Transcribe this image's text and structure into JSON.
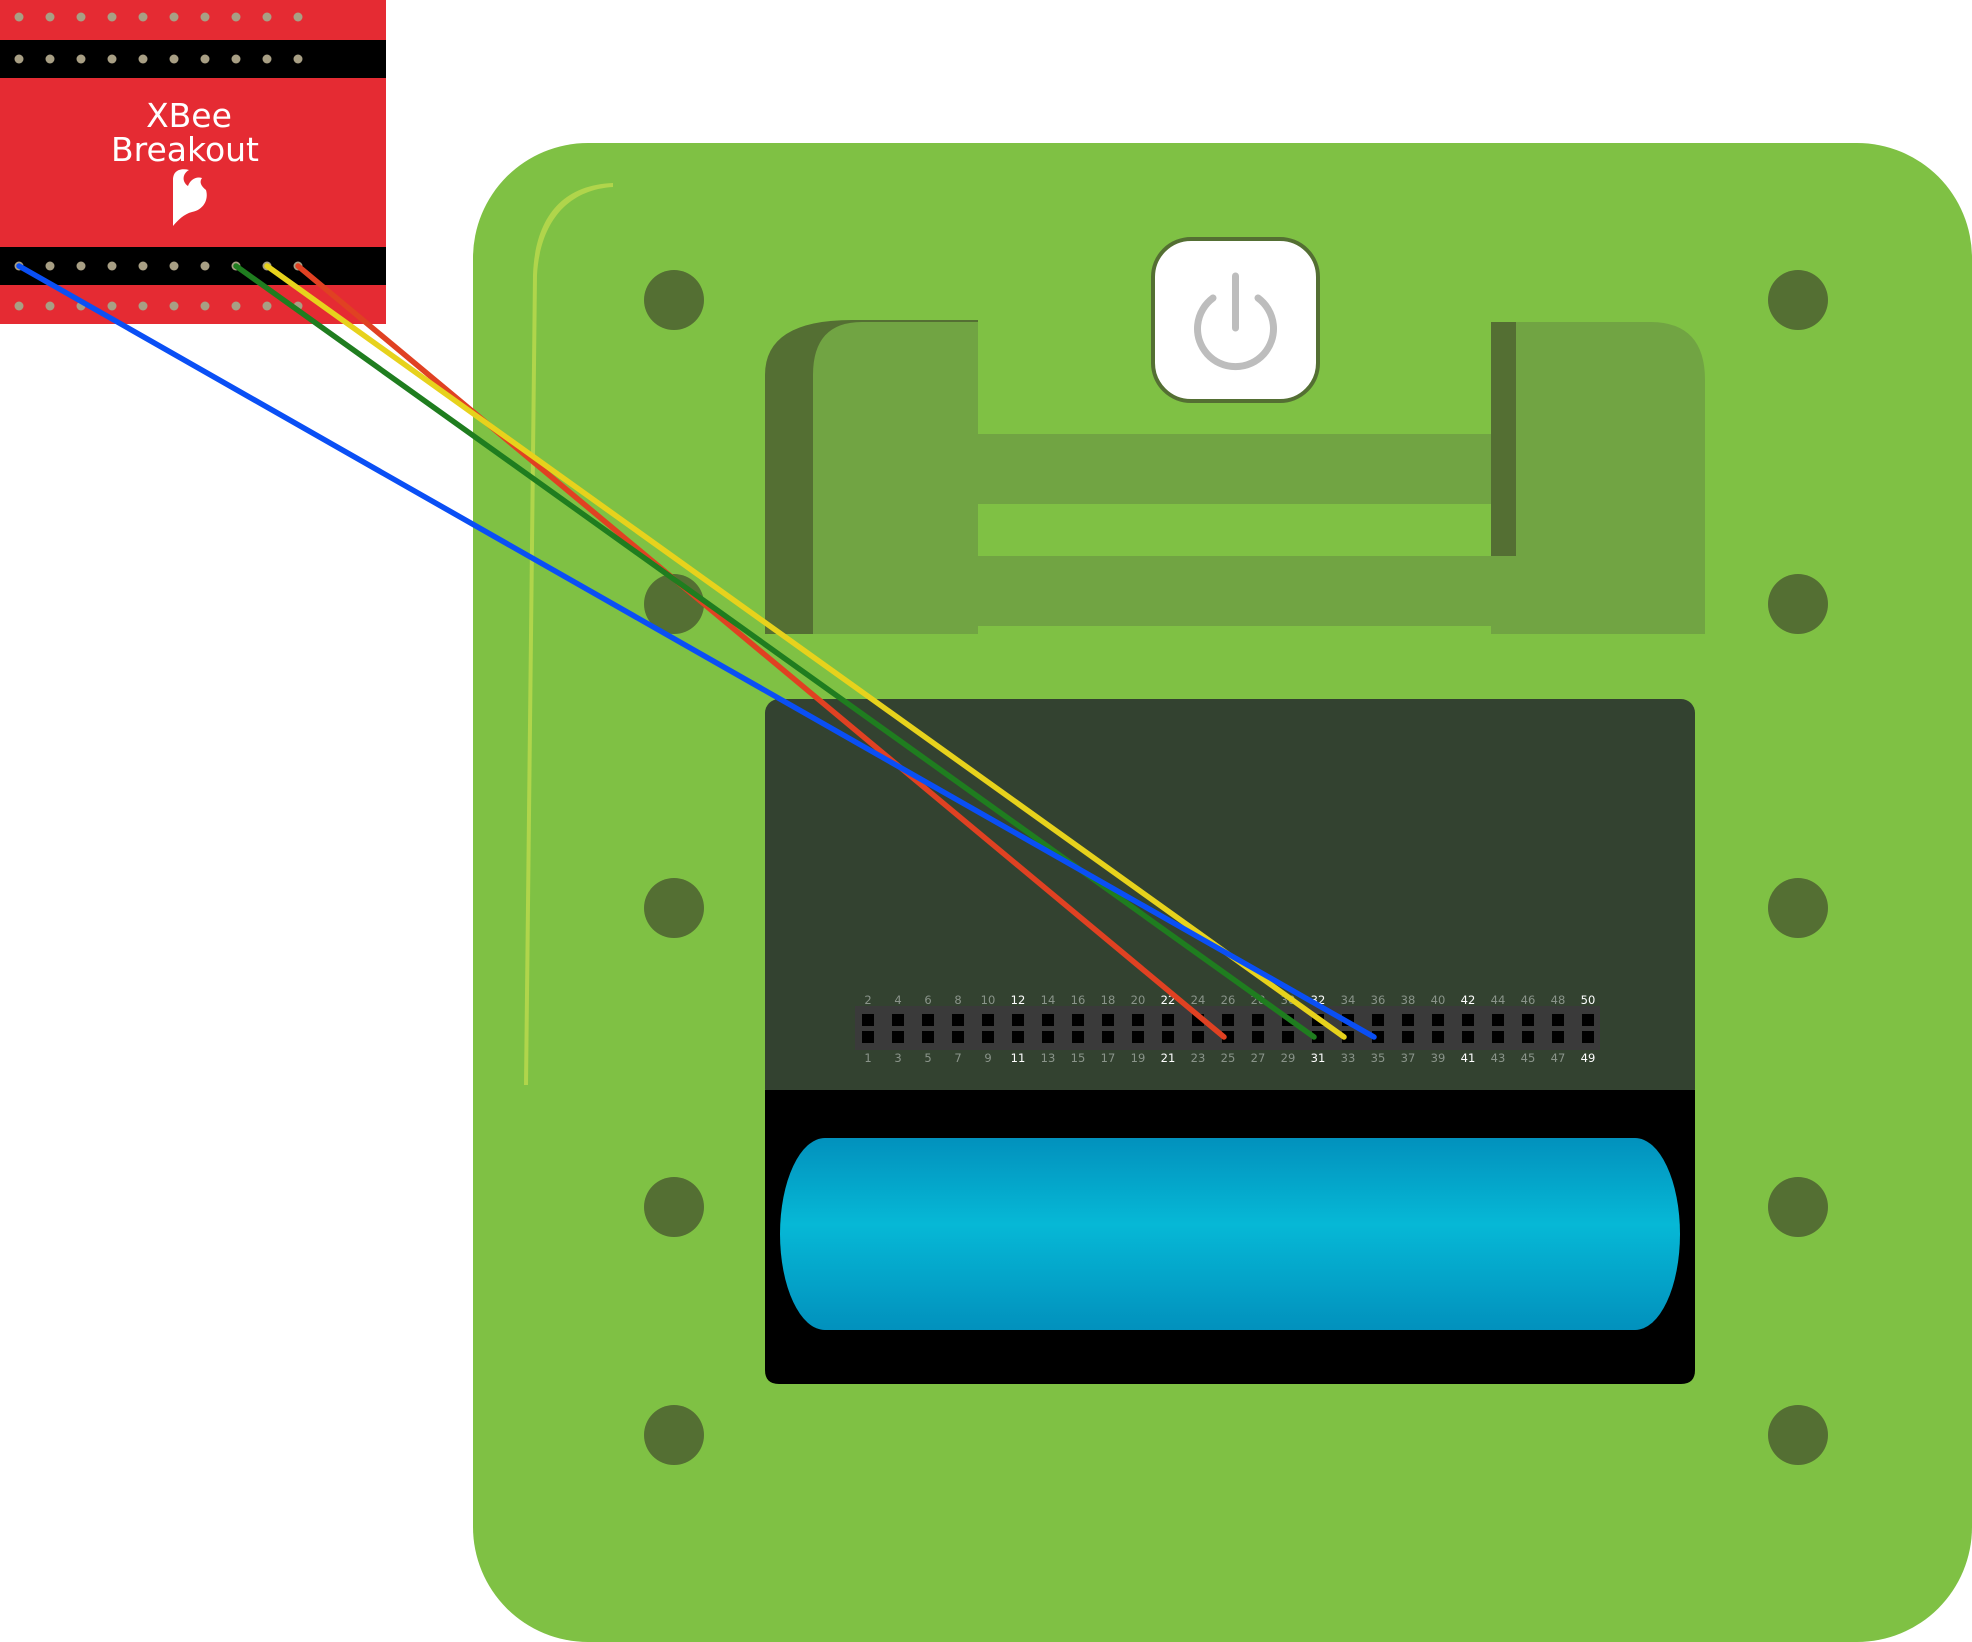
{
  "breakout": {
    "title_line1": "XBee",
    "title_line2": "Breakout",
    "color": "#e52b33",
    "logo_icon": "sparkfun-flame-icon"
  },
  "board": {
    "color": "#7fc144",
    "power_button_icon": "power-icon",
    "battery_color": "#0aa3c8"
  },
  "header": {
    "top_labels": [
      "2",
      "4",
      "6",
      "8",
      "10",
      "12",
      "14",
      "16",
      "18",
      "20",
      "22",
      "24",
      "26",
      "28",
      "30",
      "32",
      "34",
      "36",
      "38",
      "40",
      "42",
      "44",
      "46",
      "48",
      "50"
    ],
    "bottom_labels": [
      "1",
      "3",
      "5",
      "7",
      "9",
      "11",
      "13",
      "15",
      "17",
      "19",
      "21",
      "23",
      "25",
      "27",
      "29",
      "31",
      "33",
      "35",
      "37",
      "39",
      "41",
      "43",
      "45",
      "47",
      "49"
    ],
    "highlighted": [
      "12",
      "22",
      "32",
      "42",
      "50",
      "11",
      "21",
      "31",
      "41",
      "49"
    ]
  },
  "wires": [
    {
      "name": "wire-red",
      "color": "#e04122",
      "from_pin": 10,
      "to_pin": "25"
    },
    {
      "name": "wire-yellow",
      "color": "#e7d21c",
      "from_pin": 9,
      "to_pin": "33"
    },
    {
      "name": "wire-green",
      "color": "#1f7d1f",
      "from_pin": 8,
      "to_pin": "31"
    },
    {
      "name": "wire-blue",
      "color": "#0a4ff5",
      "from_pin": 1,
      "to_pin": "35"
    }
  ]
}
